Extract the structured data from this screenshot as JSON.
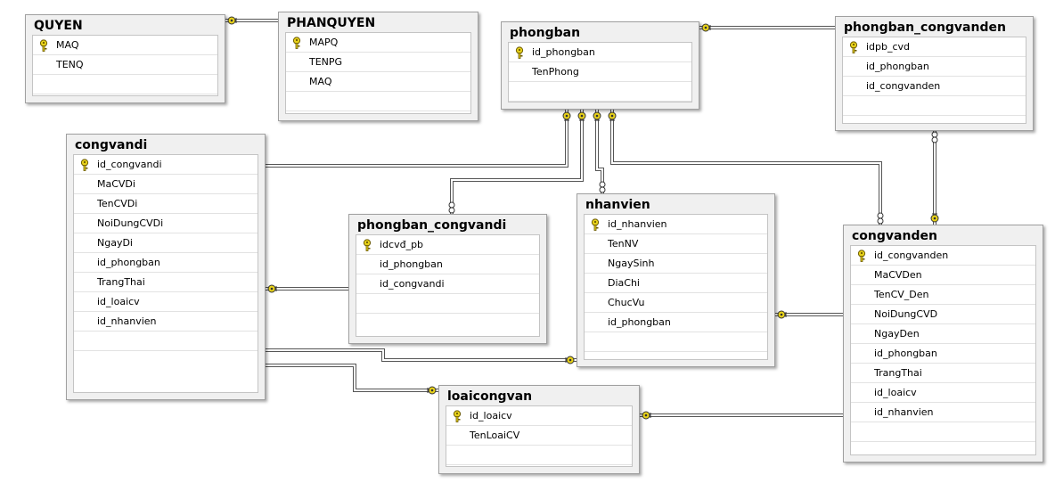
{
  "colors": {
    "key": "#e8d21a",
    "link": "#555555",
    "border": "#a0a0a0"
  },
  "tables": {
    "quyen": {
      "title": "QUYEN",
      "columns": [
        {
          "name": "MAQ",
          "pk": true
        },
        {
          "name": "TENQ",
          "pk": false
        }
      ]
    },
    "phanquyen": {
      "title": "PHANQUYEN",
      "columns": [
        {
          "name": "MAPQ",
          "pk": true
        },
        {
          "name": "TENPG",
          "pk": false
        },
        {
          "name": "MAQ",
          "pk": false
        }
      ]
    },
    "phongban": {
      "title": "phongban",
      "columns": [
        {
          "name": "id_phongban",
          "pk": true
        },
        {
          "name": "TenPhong",
          "pk": false
        }
      ]
    },
    "phongban_congvanden": {
      "title": "phongban_congvanden",
      "columns": [
        {
          "name": "idpb_cvd",
          "pk": true
        },
        {
          "name": "id_phongban",
          "pk": false
        },
        {
          "name": "id_congvanden",
          "pk": false
        }
      ]
    },
    "congvandi": {
      "title": "congvandi",
      "columns": [
        {
          "name": "id_congvandi",
          "pk": true
        },
        {
          "name": "MaCVDi",
          "pk": false
        },
        {
          "name": "TenCVDi",
          "pk": false
        },
        {
          "name": "NoiDungCVDi",
          "pk": false
        },
        {
          "name": "NgayDi",
          "pk": false
        },
        {
          "name": "id_phongban",
          "pk": false
        },
        {
          "name": "TrangThai",
          "pk": false
        },
        {
          "name": "id_loaicv",
          "pk": false
        },
        {
          "name": "id_nhanvien",
          "pk": false
        }
      ]
    },
    "phongban_congvandi": {
      "title": "phongban_congvandi",
      "columns": [
        {
          "name": "idcvđ_pb",
          "pk": true
        },
        {
          "name": "id_phongban",
          "pk": false
        },
        {
          "name": "id_congvandi",
          "pk": false
        }
      ]
    },
    "nhanvien": {
      "title": "nhanvien",
      "columns": [
        {
          "name": "id_nhanvien",
          "pk": true
        },
        {
          "name": "TenNV",
          "pk": false
        },
        {
          "name": "NgaySinh",
          "pk": false
        },
        {
          "name": "DiaChi",
          "pk": false
        },
        {
          "name": "ChucVu",
          "pk": false
        },
        {
          "name": "id_phongban",
          "pk": false
        }
      ]
    },
    "congvanden": {
      "title": "congvanden",
      "columns": [
        {
          "name": "id_congvanden",
          "pk": true
        },
        {
          "name": "MaCVDen",
          "pk": false
        },
        {
          "name": "TenCV_Den",
          "pk": false
        },
        {
          "name": "NoiDungCVD",
          "pk": false
        },
        {
          "name": "NgayDen",
          "pk": false
        },
        {
          "name": "id_phongban",
          "pk": false
        },
        {
          "name": "TrangThai",
          "pk": false
        },
        {
          "name": "id_loaicv",
          "pk": false
        },
        {
          "name": "id_nhanvien",
          "pk": false
        }
      ]
    },
    "loaicongvan": {
      "title": "loaicongvan",
      "columns": [
        {
          "name": "id_loaicv",
          "pk": true
        },
        {
          "name": "TenLoaiCV",
          "pk": false
        }
      ]
    }
  }
}
